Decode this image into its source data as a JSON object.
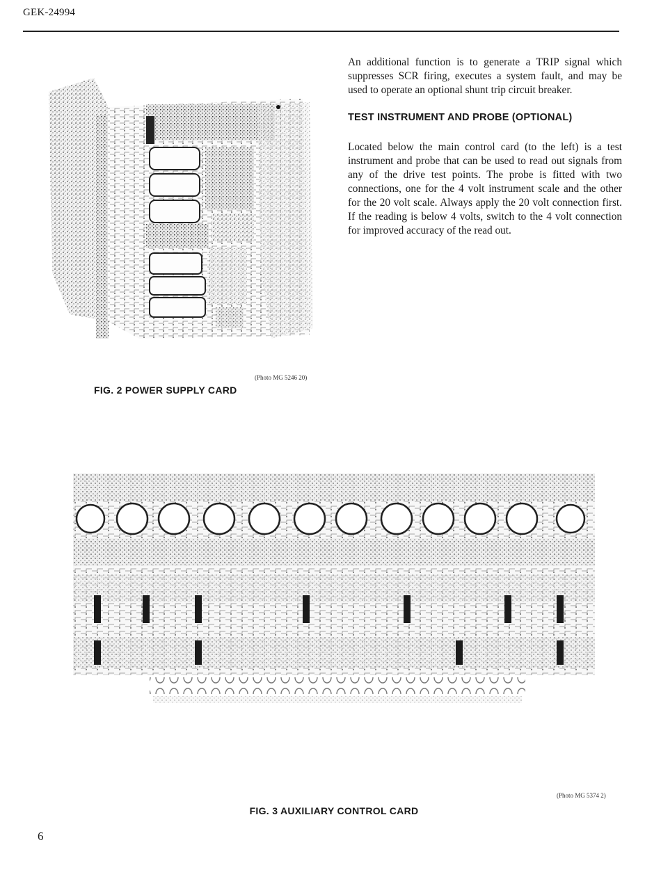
{
  "header": {
    "doc_id": "GEK-24994"
  },
  "body": {
    "para1": "An additional function is to generate a TRIP signal which suppresses SCR firing, executes a system fault, and may be used to operate an optional shunt trip circuit breaker.",
    "section_heading": "TEST INSTRUMENT AND PROBE (OPTIONAL)",
    "para2": "Located below the main control card (to the left) is a test instrument and probe that can be used to read out signals from any of the drive test points. The probe is fitted with two connections, one for the 4 volt instrument scale and the other for the 20 volt scale. Always apply the 20 volt connection first. If the reading is below 4 volts, switch to the 4 volt connection for improved accuracy of the read out."
  },
  "figures": {
    "fig2": {
      "credit": "(Photo MG 5246 20)",
      "caption": "FIG. 2 POWER SUPPLY CARD"
    },
    "fig3": {
      "credit": "(Photo MG 5374 2)",
      "caption": "FIG. 3 AUXILIARY CONTROL CARD"
    }
  },
  "footer": {
    "page_number": "6"
  }
}
